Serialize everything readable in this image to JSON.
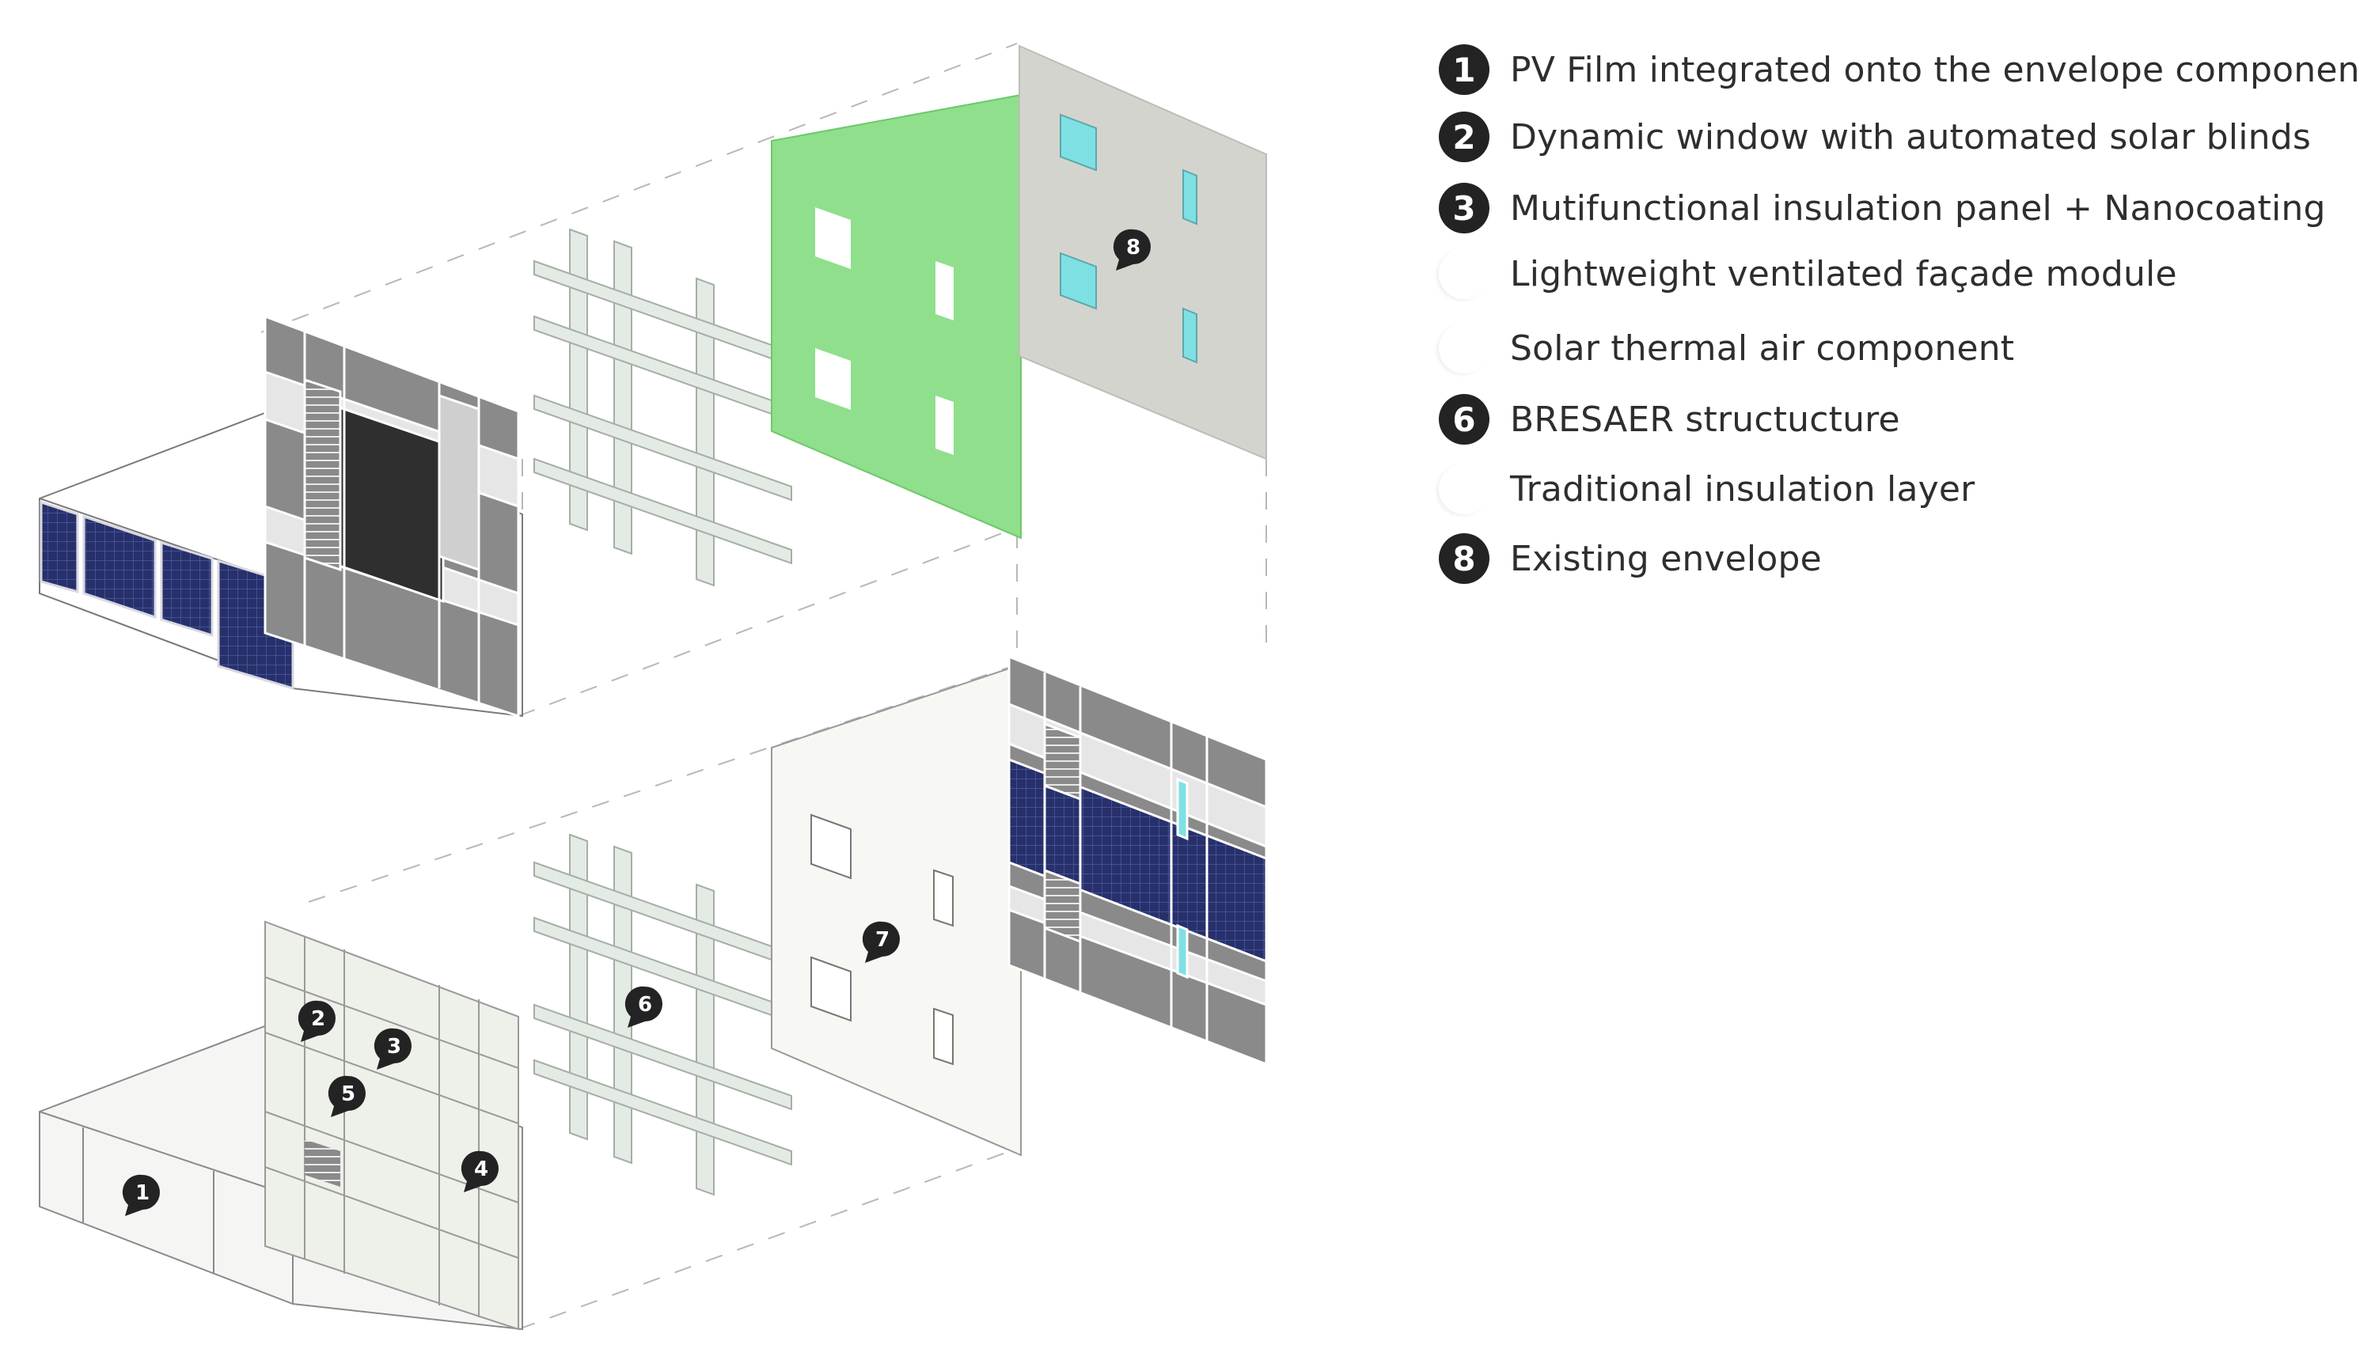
{
  "legend": [
    {
      "number": "1",
      "label": "PV Film integrated onto the envelope components"
    },
    {
      "number": "2",
      "label": "Dynamic window with automated solar blinds"
    },
    {
      "number": "3",
      "label": "Mutifunctional insulation panel + Nanocoating"
    },
    {
      "number": "",
      "label": "Lightweight ventilated façade module"
    },
    {
      "number": "",
      "label": "Solar thermal air component"
    },
    {
      "number": "6",
      "label": "BRESAER structucture"
    },
    {
      "number": "",
      "label": "Traditional insulation layer"
    },
    {
      "number": "8",
      "label": "Existing envelope"
    }
  ],
  "callouts": {
    "top_existing_envelope": "8",
    "bottom_pv_film": "1",
    "bottom_window": "2",
    "bottom_insulation_panel": "3",
    "bottom_ventilated_module": "4",
    "bottom_solar_thermal": "5",
    "bottom_structure": "6",
    "bottom_traditional_insulation": "7"
  },
  "colors": {
    "traditional_insulation_layer": "#8fdf8c",
    "existing_envelope": "#d4d4cf",
    "window_glass": "#7fe0e4",
    "pv_cells": "#28306a",
    "dark_panel": "#5e5e5e",
    "badge": "#232323"
  }
}
